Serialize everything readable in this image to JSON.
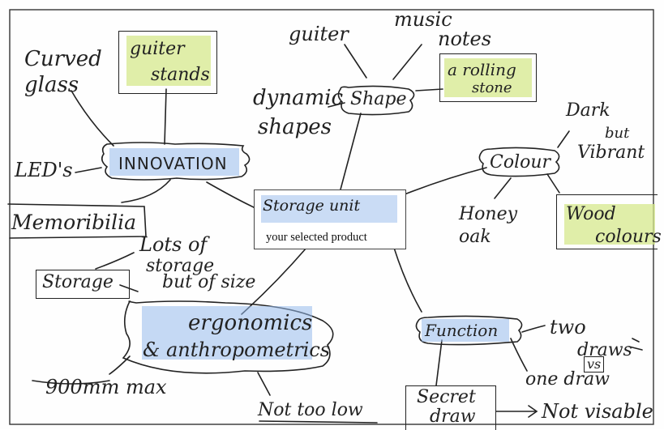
{
  "center": {
    "title": "Storage unit",
    "subtitle": "your selected product"
  },
  "nodes": {
    "innovation": "INNOVATION",
    "shape": "Shape",
    "colour": "Colour",
    "function": "Function",
    "ergonomics_1": "ergonomics",
    "ergonomics_2": "& anthropometrics"
  },
  "notes": {
    "guiter_stands_1": "guiter",
    "guiter_stands_2": "stands",
    "curved_1": "Curved",
    "curved_2": "glass",
    "leds": "LED's",
    "memoribilia": "Memoribilia",
    "guiter": "guiter",
    "music_1": "music",
    "music_2": "notes",
    "rolling_1": "a rolling",
    "rolling_2": "stone",
    "dynamic_1": "dynamic",
    "dynamic_2": "shapes",
    "dark_1": "Dark",
    "dark_2": "but",
    "dark_3": "Vibrant",
    "honey_1": "Honey",
    "honey_2": "oak",
    "wood_1": "Wood",
    "wood_2": "colours",
    "lots_1": "Lots of",
    "lots_2": "storage",
    "lots_3": "but of size",
    "storage": "Storage",
    "max": "900mm max",
    "low": "Not too low",
    "two_1": "two",
    "two_2": "draws",
    "vs": "vs",
    "one": "one draw",
    "secret_1": "Secret",
    "secret_2": "draw",
    "visable": "Not visable"
  },
  "colors": {
    "ink": "#222222",
    "highlight_yellow": "#d6e88c",
    "highlight_blue": "#96b9eb"
  }
}
